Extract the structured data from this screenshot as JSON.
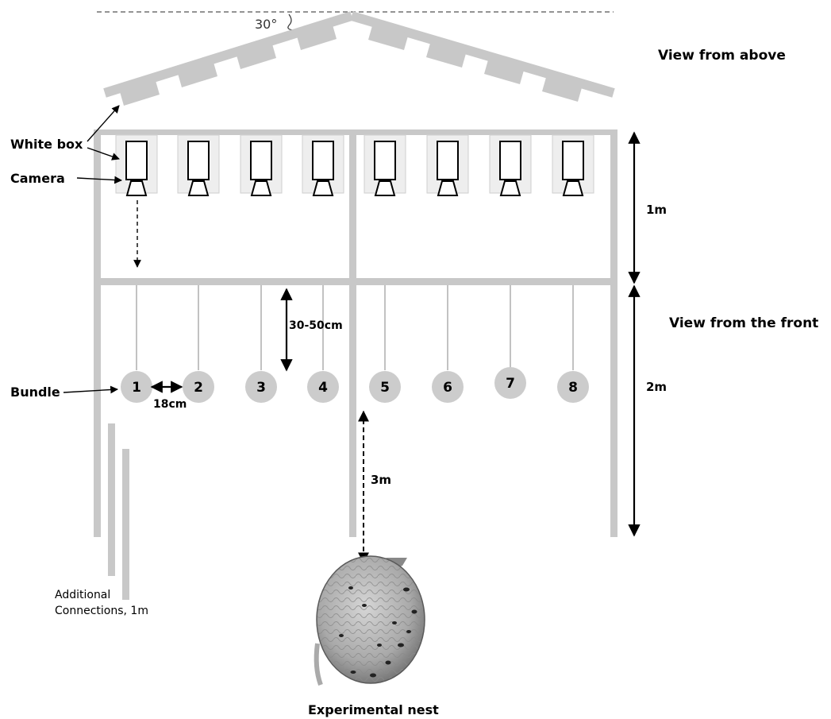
{
  "angle_label": "30°",
  "labels": {
    "view_above": "View from above",
    "view_front": "View from the front",
    "white_box": "White box",
    "camera": "Camera",
    "bundle": "Bundle",
    "additional": [
      "Additional",
      "Connections, 1m"
    ],
    "nest": "Experimental nest"
  },
  "dimensions": {
    "height_top": "1m",
    "height_bottom": "2m",
    "hang_length": "30-50cm",
    "spacing": "18cm",
    "nest_distance": "3m"
  },
  "bundles": [
    "1",
    "2",
    "3",
    "4",
    "5",
    "6",
    "7",
    "8"
  ],
  "colors": {
    "frame": "#c8c8c8",
    "box_fill": "#eeeeee",
    "bundle_fill": "#cccccc",
    "arrow": "#000000"
  }
}
